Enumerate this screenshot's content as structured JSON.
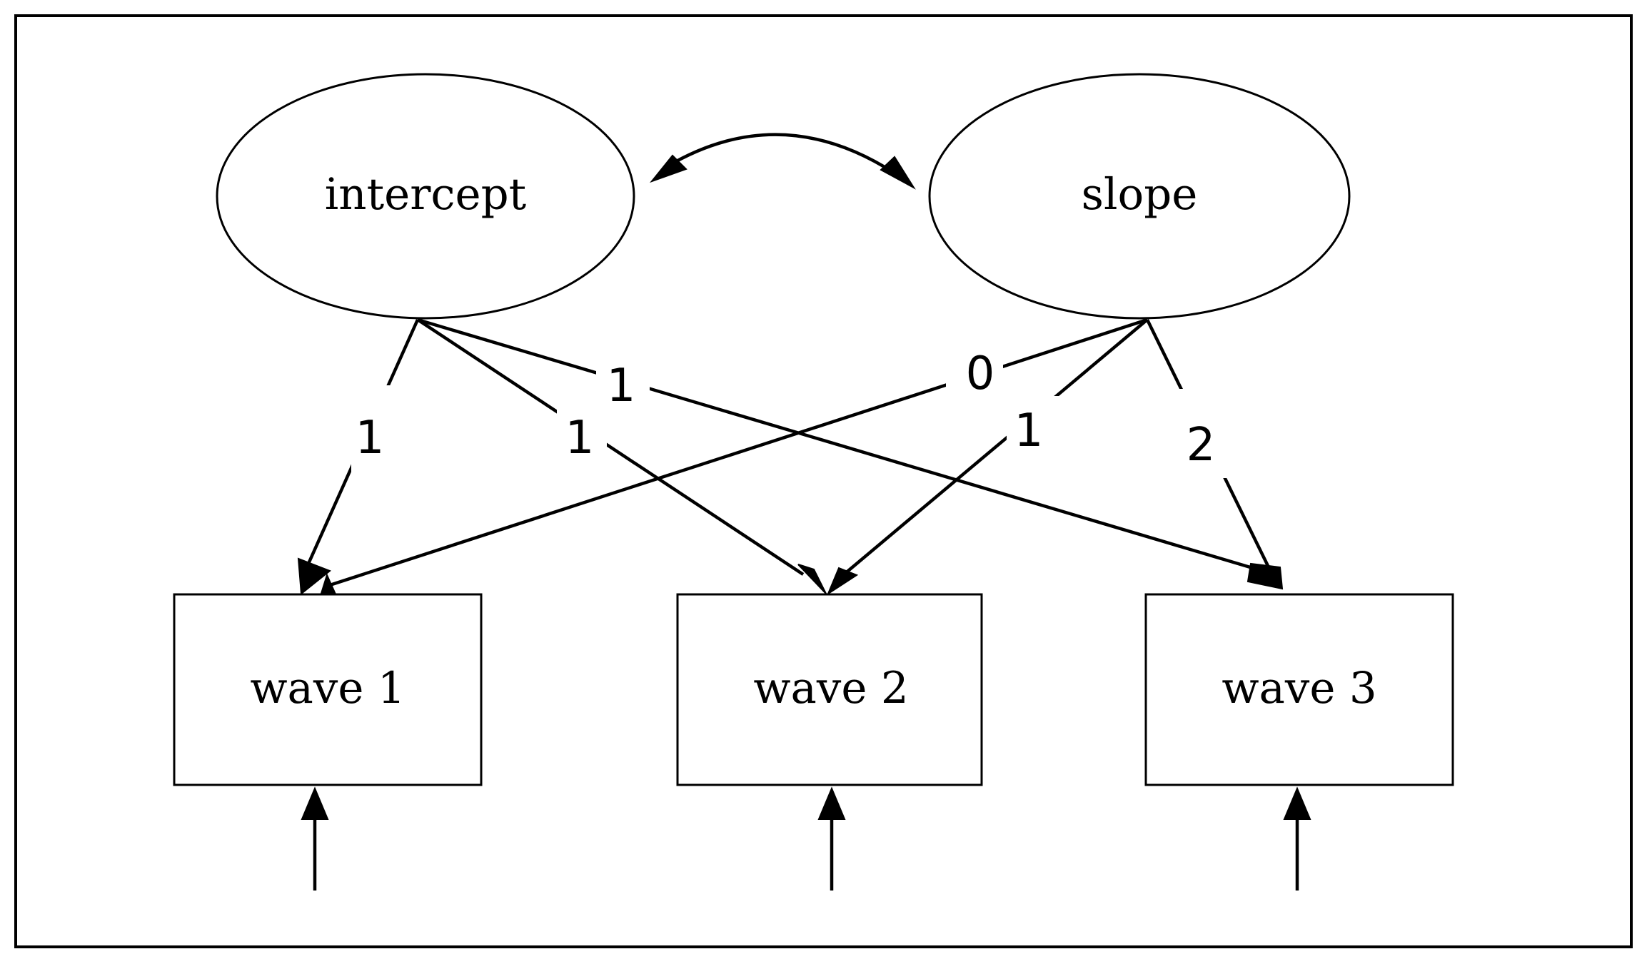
{
  "latent_factors": [
    {
      "id": "intercept",
      "label": "intercept"
    },
    {
      "id": "slope",
      "label": "slope"
    }
  ],
  "observed_variables": [
    {
      "id": "wave1",
      "label": "wave 1"
    },
    {
      "id": "wave2",
      "label": "wave 2"
    },
    {
      "id": "wave3",
      "label": "wave 3"
    }
  ],
  "loadings": [
    {
      "from": "intercept",
      "to": "wave1",
      "label": "1"
    },
    {
      "from": "intercept",
      "to": "wave2",
      "label": "1"
    },
    {
      "from": "intercept",
      "to": "wave3",
      "label": "1"
    },
    {
      "from": "slope",
      "to": "wave1",
      "label": "0"
    },
    {
      "from": "slope",
      "to": "wave2",
      "label": "1"
    },
    {
      "from": "slope",
      "to": "wave3",
      "label": "2"
    }
  ],
  "covariances": [
    {
      "between": [
        "intercept",
        "slope"
      ],
      "label": ""
    }
  ],
  "residual_arrows": [
    {
      "to": "wave1"
    },
    {
      "to": "wave2"
    },
    {
      "to": "wave3"
    }
  ]
}
